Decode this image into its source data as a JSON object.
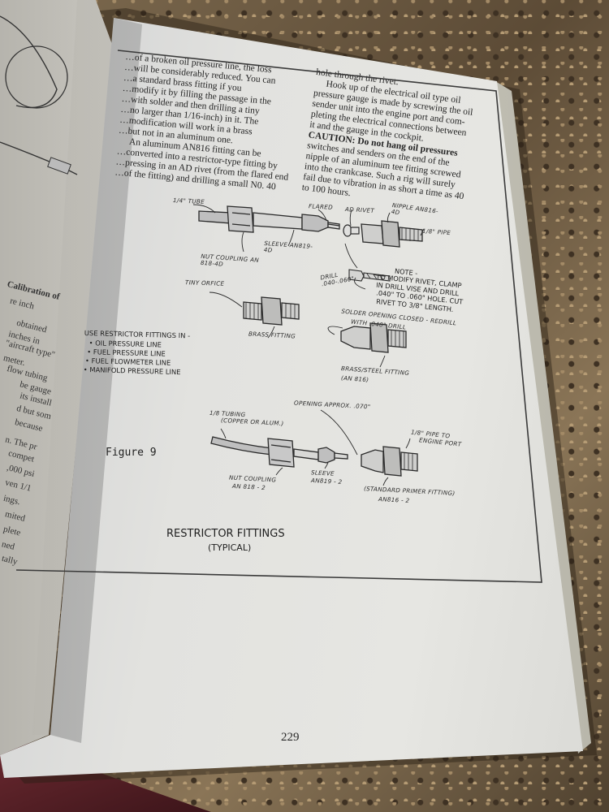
{
  "page": {
    "number": "229",
    "figure_label": "Figure 9",
    "title": "RESTRICTOR FITTINGS",
    "subtitle": "(TYPICAL)"
  },
  "column1": [
    "…of a broken oil pressure line, the loss",
    "…will be considerably reduced. You can",
    "…a standard brass fitting if you",
    "…modify it by filling the passage in the",
    "…with solder and then drilling a tiny",
    "…no larger than 1/16-inch) in it. The",
    "…modification will work in a brass",
    "…but not in an aluminum one.",
    "An aluminum AN816 fitting can be",
    "…converted into a restrictor-type fitting by",
    "…pressing in an AD rivet (from the flared end",
    "…of the fitting) and drilling a small N0. 40"
  ],
  "column2": [
    "hole through the rivet.",
    "Hook up of the electrical oil type oil",
    "pressure gauge is made by screwing the oil",
    "sender unit into the engine port and com-",
    "pleting the electrical connections between",
    "it and the gauge in the cockpit.",
    "CAUTION: Do not hang oil pressures",
    "switches and senders on the end of the",
    "nipple of an aluminum tee fitting screwed",
    "into the crankcase. Such a rig will surely",
    "fail due to vibration in as short a time as 40",
    "to 100 hours."
  ],
  "callouts": {
    "tube": "1/4\" TUBE",
    "flared": "FLARED",
    "ad_rivet": "AD RIVET",
    "nipple": "NIPPLE AN816-4D",
    "pipe_top": "1/8\" PIPE",
    "sleeve_top": "SLEEVE AN819-4D",
    "nut_coupling_top": "NUT COUPLING AN 818-4D",
    "drill": "DRILL .040-.060\"",
    "note_1": "NOTE -",
    "note_2": "TO MODIFY RIVET, CLAMP",
    "note_3": "IN DRILL VISE AND DRILL",
    "note_4": ".040\" TO .060\" HOLE. CUT",
    "note_5": "RIVET TO 3/8\" LENGTH.",
    "tiny_orifice": "TINY ORFICE",
    "brass_fitting": "BRASS FITTING",
    "solder_1": "SOLDER OPENING CLOSED - REDRILL",
    "solder_2": "WITH .040\" DRILL",
    "brass_steel_1": "BRASS/STEEL FITTING",
    "brass_steel_2": "(AN 816)",
    "opening": "OPENING APPROX. .070\"",
    "tubing_1": "1/8 TUBING",
    "tubing_2": "(COPPER OR ALUM.)",
    "pipe_bottom_1": "1/8\" PIPE TO",
    "pipe_bottom_2": "ENGINE PORT",
    "nut_coupling_bottom_1": "NUT COUPLING",
    "nut_coupling_bottom_2": "AN 818 - 2",
    "sleeve_bottom_1": "SLEEVE",
    "sleeve_bottom_2": "AN819 - 2",
    "primer_1": "(STANDARD PRIMER FITTING)",
    "primer_2": "AN816 - 2"
  },
  "use_list": {
    "heading": "USE RESTRICTOR FITTINGS IN -",
    "items": [
      "OIL PRESSURE LINE",
      "FUEL PRESSURE LINE",
      "FUEL FLOWMETER LINE",
      "MANIFOLD PRESSURE LINE"
    ]
  },
  "left_page_fragments": [
    "Calibration of",
    "re inch",
    "obtained",
    "inches in",
    "\"aircraft type\"",
    "meter.",
    "flow tubing",
    "be gauge",
    "its install",
    "d but som",
    "because",
    "n. The pr",
    "compet",
    ",000 psi",
    "ven 1/1",
    "ings.",
    "mited",
    "plete",
    "ned",
    "tally"
  ],
  "colors": {
    "paper": "#e4e4e0",
    "ink": "#242424",
    "countertop": "#6b5a44"
  }
}
